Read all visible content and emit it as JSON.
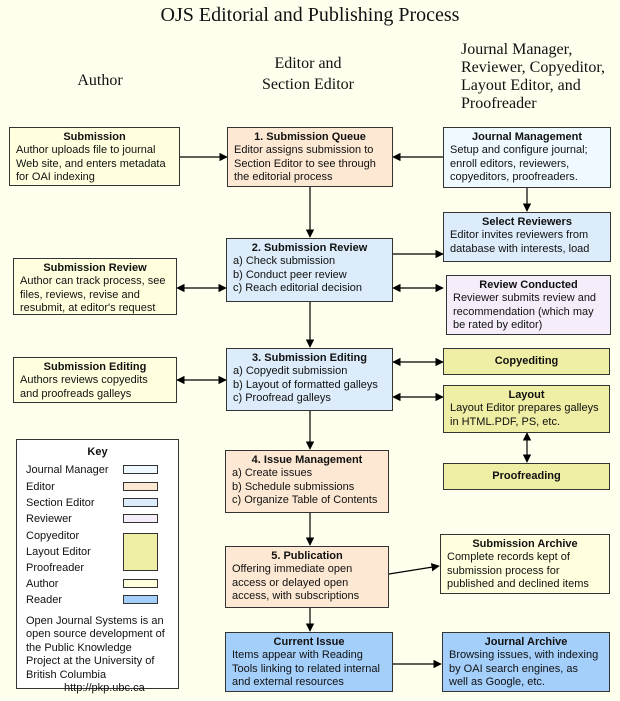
{
  "title": "OJS Editorial and Publishing Process",
  "columns": {
    "author": "Author",
    "editor": [
      "Editor and",
      "Section Editor"
    ],
    "staff": [
      "Journal Manager,",
      "Reviewer, Copyeditor,",
      "Layout Editor, and",
      "Proofreader"
    ]
  },
  "boxes": {
    "submission": {
      "title": "Submission",
      "lines": [
        "Author uploads file to journal",
        "Web site, and enters metadata",
        "for OAI indexing"
      ]
    },
    "queue": {
      "title": "1. Submission Queue",
      "lines": [
        "Editor assigns submission to",
        "Section Editor to see through",
        "the editorial process"
      ]
    },
    "jm": {
      "title": "Journal Management",
      "lines": [
        "Setup and configure journal;",
        "enroll editors, reviewers,",
        "copyeditors, proofreaders."
      ]
    },
    "select": {
      "title": "Select Reviewers",
      "lines": [
        "Editor invites reviewers from",
        "database with interests, load"
      ]
    },
    "review": {
      "title": "2. Submission Review",
      "lines": [
        "a) Check submission",
        "b) Conduct peer review",
        "c) Reach editorial decision"
      ]
    },
    "author_review": {
      "title": "Submission Review",
      "lines": [
        "Author can track process, see",
        "files, reviews, revise and",
        "resubmit, at editor's request"
      ]
    },
    "conducted": {
      "title": "Review Conducted",
      "lines": [
        "Reviewer submits review and",
        "recommendation (which may",
        "be rated by editor)"
      ]
    },
    "author_editing": {
      "title": "Submission Editing",
      "lines": [
        "Authors reviews copyedits",
        "and proofreads galleys"
      ]
    },
    "editing": {
      "title": "3. Submission Editing",
      "lines": [
        "a) Copyedit submission",
        "b) Layout of formatted galleys",
        "c) Proofread galleys"
      ]
    },
    "copyediting": {
      "title": "Copyediting"
    },
    "layout": {
      "title": "Layout",
      "lines": [
        "Layout Editor prepares galleys",
        "in HTML.PDF, PS, etc."
      ]
    },
    "proofreading": {
      "title": "Proofreading"
    },
    "issue": {
      "title": "4. Issue Management",
      "lines": [
        "a) Create issues",
        "b) Schedule submissions",
        "c) Organize Table of Contents"
      ]
    },
    "publication": {
      "title": "5. Publication",
      "lines": [
        "Offering immediate open",
        "access or delayed open",
        "access, with subscriptions"
      ]
    },
    "archive_sub": {
      "title": "Submission Archive",
      "lines": [
        "Complete records kept of",
        "submission process for",
        "published and declined items"
      ]
    },
    "current": {
      "title": "Current Issue",
      "lines": [
        "Items appear with Reading",
        "Tools linking to related internal",
        "and external resources"
      ]
    },
    "archive_j": {
      "title": "Journal Archive",
      "lines": [
        "Browsing issues, with indexing",
        "by OAI search engines, as",
        "well as Google, etc."
      ]
    }
  },
  "key": {
    "title": "Key",
    "items": [
      "Journal Manager",
      "Editor",
      "Section Editor",
      "Reviewer",
      "Copyeditor",
      "Layout Editor",
      "Proofreader",
      "Author",
      "Reader"
    ],
    "note": [
      "Open Journal Systems is an",
      "open source development of",
      "the Public Knowledge",
      "Project at the University of",
      "British Columbia",
      "http://pkp.ubc.ca"
    ]
  },
  "colors": {
    "journal_manager": "#eefaff",
    "editor": "#fde8d3",
    "section_editor": "#dcecfa",
    "reviewer": "#f5eefa",
    "production": "#eeeea4",
    "author": "#ffffdd",
    "reader": "#a4cffa",
    "background": "#ffffee"
  }
}
